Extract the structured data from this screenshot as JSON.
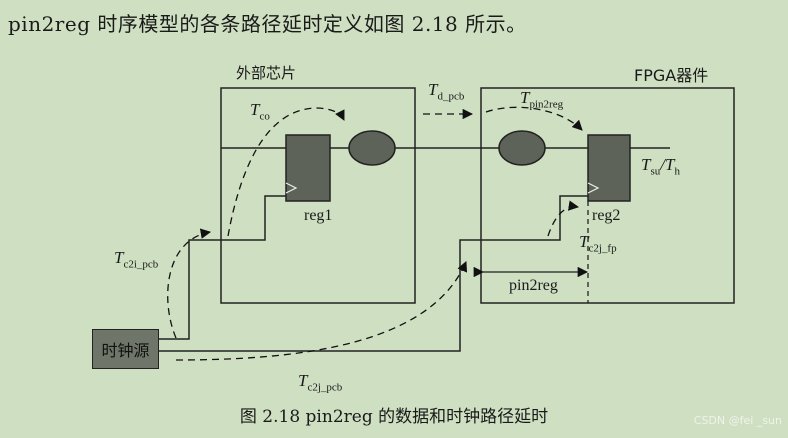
{
  "intro": "pin2reg 时序模型的各条路径延时定义如图 2.18 所示。",
  "caption": "图 2.18   pin2reg 的数据和时钟路径延时",
  "watermark": "CSDN @fei _sun",
  "labels": {
    "external_chip": "外部芯片",
    "fpga_device": "FPGA器件",
    "clock_source": "时钟源",
    "reg1": "reg1",
    "reg2": "reg2",
    "pin2reg": "pin2reg"
  },
  "timing": {
    "tco": {
      "t": "T",
      "sub": "co"
    },
    "td_pcb": {
      "t": "T",
      "sub": "d_pcb"
    },
    "tpin2reg": {
      "t": "T",
      "sub": "pin2reg"
    },
    "tsu": {
      "t": "T",
      "sub": "su"
    },
    "th": {
      "t": "T",
      "sub": "h"
    },
    "tc2i_pcb": {
      "t": "T",
      "sub": "c2i_pcb"
    },
    "tc2j_fp": {
      "t": "T",
      "sub": "c2j_fp"
    },
    "tc2j_pcb": {
      "t": "T",
      "sub": "c2j_pcb"
    }
  },
  "colors": {
    "background": "#cfdfc2",
    "component_fill": "#5d6358",
    "clock_fill": "#6f7568"
  }
}
